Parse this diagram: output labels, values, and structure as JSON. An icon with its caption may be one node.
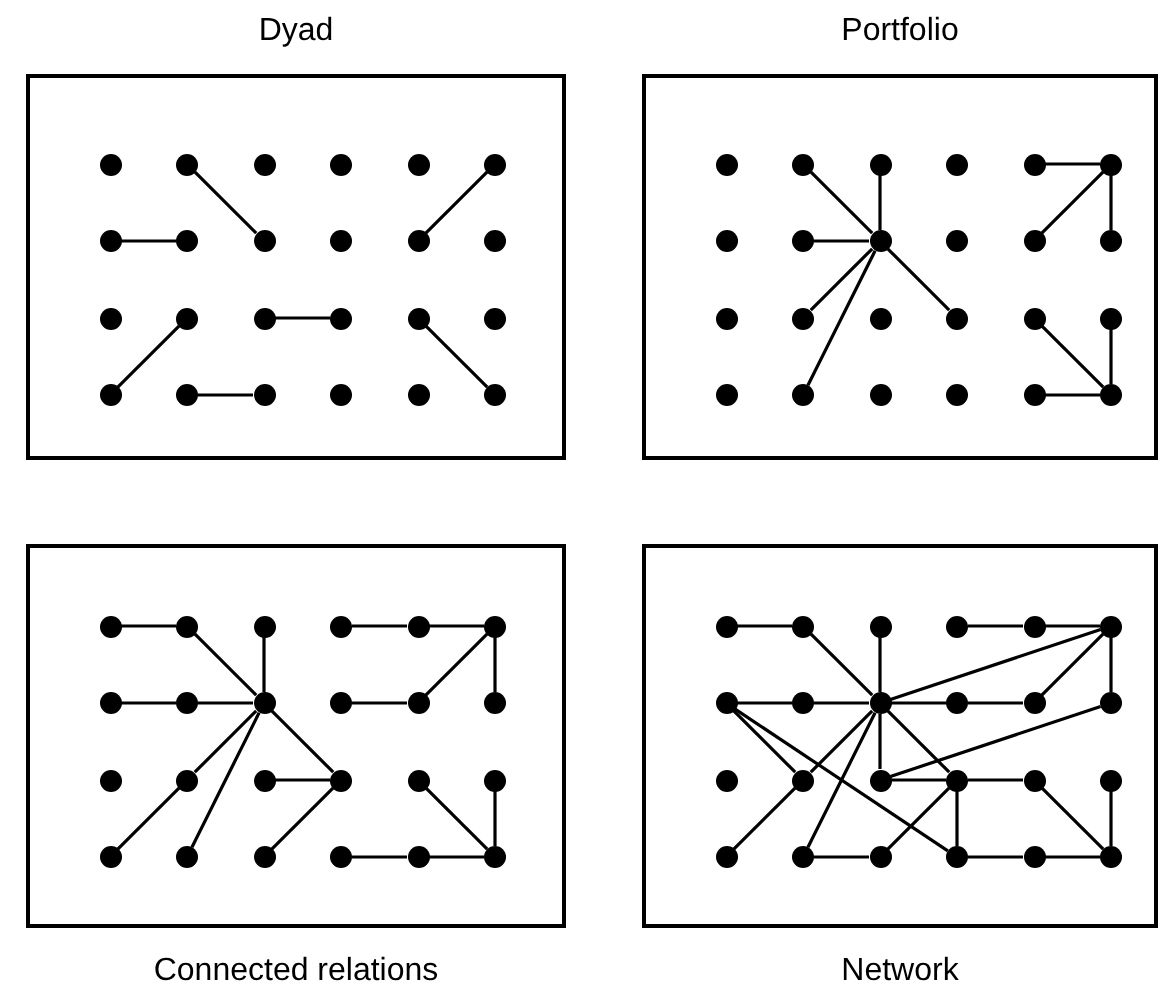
{
  "diagram": {
    "nodes": [
      {
        "text": [
          "Dyad"
        ]
      },
      {
        "text": [],
        "shape": "circle",
        "in": 0
      },
      {
        "text": [],
        "shape": "circle",
        "in": 0
      },
      {
        "text": [],
        "shape": "circle",
        "in": 0
      },
      {
        "text": [],
        "shape": "circle",
        "in": 0
      },
      {
        "text": [],
        "shape": "circle",
        "in": 0
      },
      {
        "text": [],
        "shape": "circle",
        "in": 0
      },
      {
        "text": [],
        "shape": "circle",
        "in": 0
      },
      {
        "text": [],
        "shape": "circle",
        "in": 0
      },
      {
        "text": [],
        "shape": "circle",
        "in": 0
      },
      {
        "text": [],
        "shape": "circle",
        "in": 0
      },
      {
        "text": [],
        "shape": "circle",
        "in": 0
      },
      {
        "text": [],
        "shape": "circle",
        "in": 0
      },
      {
        "text": [],
        "shape": "circle",
        "in": 0
      },
      {
        "text": [],
        "shape": "circle",
        "in": 0
      },
      {
        "text": [],
        "shape": "circle",
        "in": 0
      },
      {
        "text": [],
        "shape": "circle",
        "in": 0
      },
      {
        "text": [],
        "shape": "circle",
        "in": 0
      },
      {
        "text": [],
        "shape": "circle",
        "in": 0
      },
      {
        "text": [],
        "shape": "circle",
        "in": 0
      },
      {
        "text": [],
        "shape": "circle",
        "in": 0
      },
      {
        "text": [],
        "shape": "circle",
        "in": 0
      },
      {
        "text": [],
        "shape": "circle",
        "in": 0
      },
      {
        "text": [],
        "shape": "circle",
        "in": 0
      },
      {
        "text": [],
        "shape": "circle",
        "in": 0
      },
      {
        "text": [
          "Portfolio"
        ]
      },
      {
        "text": [],
        "shape": "circle",
        "in": 25
      },
      {
        "text": [],
        "shape": "circle",
        "in": 25
      },
      {
        "text": [],
        "shape": "circle",
        "in": 25
      },
      {
        "text": [],
        "shape": "circle",
        "in": 25
      },
      {
        "text": [],
        "shape": "circle",
        "in": 25
      },
      {
        "text": [],
        "shape": "circle",
        "in": 25
      },
      {
        "text": [],
        "shape": "circle",
        "in": 25
      },
      {
        "text": [],
        "shape": "circle",
        "in": 25
      },
      {
        "text": [],
        "shape": "circle",
        "in": 25
      },
      {
        "text": [],
        "shape": "circle",
        "in": 25
      },
      {
        "text": [],
        "shape": "circle",
        "in": 25
      },
      {
        "text": [],
        "shape": "circle",
        "in": 25
      },
      {
        "text": [],
        "shape": "circle",
        "in": 25
      },
      {
        "text": [],
        "shape": "circle",
        "in": 25
      },
      {
        "text": [],
        "shape": "circle",
        "in": 25
      },
      {
        "text": [],
        "shape": "circle",
        "in": 25
      },
      {
        "text": [],
        "shape": "circle",
        "in": 25
      },
      {
        "text": [],
        "shape": "circle",
        "in": 25
      },
      {
        "text": [],
        "shape": "circle",
        "in": 25
      },
      {
        "text": [],
        "shape": "circle",
        "in": 25
      },
      {
        "text": [],
        "shape": "circle",
        "in": 25
      },
      {
        "text": [],
        "shape": "circle",
        "in": 25
      },
      {
        "text": [],
        "shape": "circle",
        "in": 25
      },
      {
        "text": [],
        "shape": "circle",
        "in": 25
      },
      {
        "text": [
          "Connected relations"
        ]
      },
      {
        "text": [],
        "shape": "circle",
        "in": 50
      },
      {
        "text": [],
        "shape": "circle",
        "in": 50
      },
      {
        "text": [],
        "shape": "circle",
        "in": 50
      },
      {
        "text": [],
        "shape": "circle",
        "in": 50
      },
      {
        "text": [],
        "shape": "circle",
        "in": 50
      },
      {
        "text": [],
        "shape": "circle",
        "in": 50
      },
      {
        "text": [],
        "shape": "circle",
        "in": 50
      },
      {
        "text": [],
        "shape": "circle",
        "in": 50
      },
      {
        "text": [],
        "shape": "circle",
        "in": 50
      },
      {
        "text": [],
        "shape": "circle",
        "in": 50
      },
      {
        "text": [],
        "shape": "circle",
        "in": 50
      },
      {
        "text": [],
        "shape": "circle",
        "in": 50
      },
      {
        "text": [],
        "shape": "circle",
        "in": 50
      },
      {
        "text": [],
        "shape": "circle",
        "in": 50
      },
      {
        "text": [],
        "shape": "circle",
        "in": 50
      },
      {
        "text": [],
        "shape": "circle",
        "in": 50
      },
      {
        "text": [],
        "shape": "circle",
        "in": 50
      },
      {
        "text": [],
        "shape": "circle",
        "in": 50
      },
      {
        "text": [],
        "shape": "circle",
        "in": 50
      },
      {
        "text": [],
        "shape": "circle",
        "in": 50
      },
      {
        "text": [],
        "shape": "circle",
        "in": 50
      },
      {
        "text": [],
        "shape": "circle",
        "in": 50
      },
      {
        "text": [],
        "shape": "circle",
        "in": 50
      },
      {
        "text": [],
        "shape": "circle",
        "in": 50
      },
      {
        "text": [
          "Network"
        ]
      },
      {
        "text": [],
        "shape": "circle",
        "in": 75
      },
      {
        "text": [],
        "shape": "circle",
        "in": 75
      },
      {
        "text": [],
        "shape": "circle",
        "in": 75
      },
      {
        "text": [],
        "shape": "circle",
        "in": 75
      },
      {
        "text": [],
        "shape": "circle",
        "in": 75
      },
      {
        "text": [],
        "shape": "circle",
        "in": 75
      },
      {
        "text": [],
        "shape": "circle",
        "in": 75
      },
      {
        "text": [],
        "shape": "circle",
        "in": 75
      },
      {
        "text": [],
        "shape": "circle",
        "in": 75
      },
      {
        "text": [],
        "shape": "circle",
        "in": 75
      },
      {
        "text": [],
        "shape": "circle",
        "in": 75
      },
      {
        "text": [],
        "shape": "circle",
        "in": 75
      },
      {
        "text": [],
        "shape": "circle",
        "in": 75
      },
      {
        "text": [],
        "shape": "circle",
        "in": 75
      },
      {
        "text": [],
        "shape": "circle",
        "in": 75
      },
      {
        "text": [],
        "shape": "circle",
        "in": 75
      },
      {
        "text": [],
        "shape": "circle",
        "in": 75
      },
      {
        "text": [],
        "shape": "circle",
        "in": 75
      },
      {
        "text": [],
        "shape": "circle",
        "in": 75
      },
      {
        "text": [],
        "shape": "circle",
        "in": 75
      },
      {
        "text": [],
        "shape": "circle",
        "in": 75
      },
      {
        "text": [],
        "shape": "circle",
        "in": 75
      },
      {
        "text": [],
        "shape": "circle",
        "in": 75
      },
      {
        "text": [],
        "shape": "circle",
        "in": 75
      }
    ],
    "edges": [
      {
        "from": 2,
        "to": 9,
        "arrow": "none"
      },
      {
        "from": 6,
        "to": 11,
        "arrow": "none"
      },
      {
        "from": 7,
        "to": 8,
        "arrow": "none"
      },
      {
        "from": 14,
        "to": 19,
        "arrow": "none"
      },
      {
        "from": 15,
        "to": 16,
        "arrow": "none"
      },
      {
        "from": 17,
        "to": 24,
        "arrow": "none"
      },
      {
        "from": 20,
        "to": 21,
        "arrow": "none"
      },
      {
        "from": 27,
        "to": 34,
        "arrow": "none"
      },
      {
        "from": 28,
        "to": 34,
        "arrow": "none"
      },
      {
        "from": 33,
        "to": 34,
        "arrow": "none"
      },
      {
        "from": 39,
        "to": 34,
        "arrow": "none"
      },
      {
        "from": 45,
        "to": 34,
        "arrow": "none"
      },
      {
        "from": 34,
        "to": 41,
        "arrow": "none"
      },
      {
        "from": 30,
        "to": 31,
        "arrow": "none"
      },
      {
        "from": 36,
        "to": 31,
        "arrow": "none"
      },
      {
        "from": 31,
        "to": 37,
        "arrow": "none"
      },
      {
        "from": 42,
        "to": 49,
        "arrow": "none"
      },
      {
        "from": 43,
        "to": 49,
        "arrow": "none"
      },
      {
        "from": 48,
        "to": 49,
        "arrow": "none"
      },
      {
        "from": 51,
        "to": 52,
        "arrow": "none"
      },
      {
        "from": 52,
        "to": 59,
        "arrow": "none"
      },
      {
        "from": 53,
        "to": 59,
        "arrow": "none"
      },
      {
        "from": 57,
        "to": 58,
        "arrow": "none"
      },
      {
        "from": 58,
        "to": 59,
        "arrow": "none"
      },
      {
        "from": 59,
        "to": 64,
        "arrow": "none"
      },
      {
        "from": 64,
        "to": 69,
        "arrow": "none"
      },
      {
        "from": 59,
        "to": 70,
        "arrow": "none"
      },
      {
        "from": 59,
        "to": 66,
        "arrow": "none"
      },
      {
        "from": 65,
        "to": 66,
        "arrow": "none"
      },
      {
        "from": 66,
        "to": 71,
        "arrow": "none"
      },
      {
        "from": 54,
        "to": 55,
        "arrow": "none"
      },
      {
        "from": 55,
        "to": 56,
        "arrow": "none"
      },
      {
        "from": 61,
        "to": 56,
        "arrow": "none"
      },
      {
        "from": 56,
        "to": 62,
        "arrow": "none"
      },
      {
        "from": 60,
        "to": 61,
        "arrow": "none"
      },
      {
        "from": 67,
        "to": 74,
        "arrow": "none"
      },
      {
        "from": 68,
        "to": 74,
        "arrow": "none"
      },
      {
        "from": 72,
        "to": 73,
        "arrow": "none"
      },
      {
        "from": 73,
        "to": 74,
        "arrow": "none"
      },
      {
        "from": 76,
        "to": 77,
        "arrow": "none"
      },
      {
        "from": 77,
        "to": 84,
        "arrow": "none"
      },
      {
        "from": 78,
        "to": 84,
        "arrow": "none"
      },
      {
        "from": 82,
        "to": 83,
        "arrow": "none"
      },
      {
        "from": 83,
        "to": 84,
        "arrow": "none"
      },
      {
        "from": 84,
        "to": 85,
        "arrow": "none"
      },
      {
        "from": 85,
        "to": 86,
        "arrow": "none"
      },
      {
        "from": 86,
        "to": 81,
        "arrow": "none"
      },
      {
        "from": 79,
        "to": 80,
        "arrow": "none"
      },
      {
        "from": 80,
        "to": 81,
        "arrow": "none"
      },
      {
        "from": 81,
        "to": 87,
        "arrow": "none"
      },
      {
        "from": 84,
        "to": 81,
        "arrow": "none"
      },
      {
        "from": 82,
        "to": 89,
        "arrow": "none"
      },
      {
        "from": 82,
        "to": 97,
        "arrow": "none"
      },
      {
        "from": 84,
        "to": 89,
        "arrow": "none"
      },
      {
        "from": 89,
        "to": 94,
        "arrow": "none"
      },
      {
        "from": 84,
        "to": 95,
        "arrow": "none"
      },
      {
        "from": 84,
        "to": 90,
        "arrow": "none"
      },
      {
        "from": 90,
        "to": 91,
        "arrow": "none"
      },
      {
        "from": 90,
        "to": 87,
        "arrow": "none"
      },
      {
        "from": 84,
        "to": 91,
        "arrow": "none"
      },
      {
        "from": 91,
        "to": 97,
        "arrow": "none"
      },
      {
        "from": 91,
        "to": 96,
        "arrow": "none"
      },
      {
        "from": 95,
        "to": 96,
        "arrow": "none"
      },
      {
        "from": 97,
        "to": 98,
        "arrow": "none"
      },
      {
        "from": 98,
        "to": 99,
        "arrow": "none"
      },
      {
        "from": 92,
        "to": 99,
        "arrow": "none"
      },
      {
        "from": 93,
        "to": 99,
        "arrow": "none"
      },
      {
        "from": 91,
        "to": 92,
        "arrow": "none"
      }
    ]
  }
}
